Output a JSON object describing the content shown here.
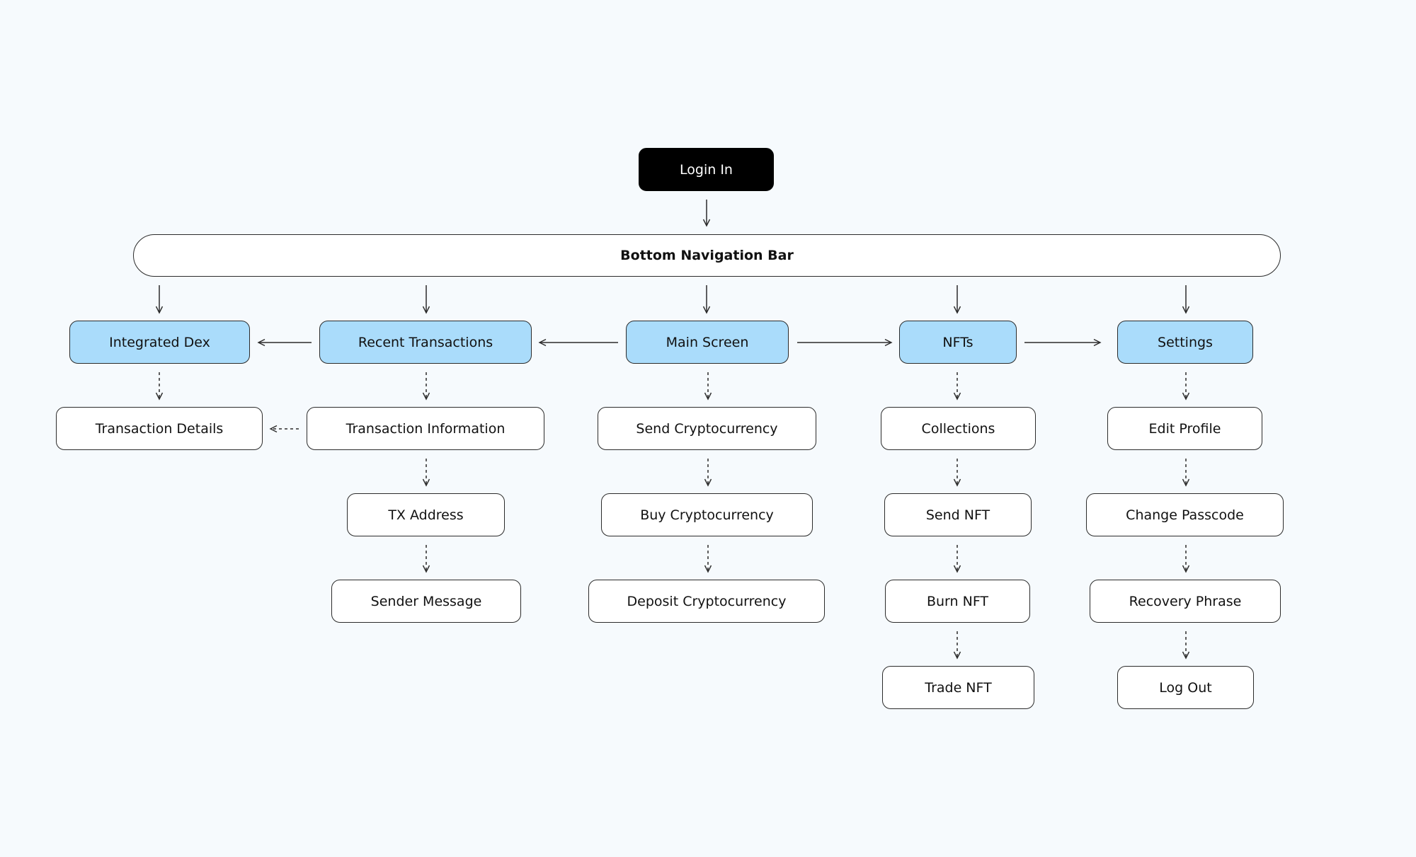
{
  "colors": {
    "background": "#f6fafd",
    "primary_fill": "#aadcfb",
    "secondary_fill": "#ffffff",
    "root_fill": "#000000",
    "stroke": "#2b2b2b"
  },
  "diagram": {
    "root": {
      "label": "Login In"
    },
    "nav_bar": {
      "label": "Bottom Navigation Bar"
    },
    "columns": [
      {
        "id": "integrated-dex",
        "label": "Integrated Dex",
        "children": [
          {
            "id": "transaction-details",
            "label": "Transaction Details"
          }
        ]
      },
      {
        "id": "recent-transactions",
        "label": "Recent Transactions",
        "children": [
          {
            "id": "transaction-information",
            "label": "Transaction Information"
          },
          {
            "id": "tx-address",
            "label": "TX Address"
          },
          {
            "id": "sender-message",
            "label": "Sender Message"
          }
        ]
      },
      {
        "id": "main-screen",
        "label": "Main Screen",
        "children": [
          {
            "id": "send-cryptocurrency",
            "label": "Send Cryptocurrency"
          },
          {
            "id": "buy-cryptocurrency",
            "label": "Buy Cryptocurrency"
          },
          {
            "id": "deposit-cryptocurrency",
            "label": "Deposit Cryptocurrency"
          }
        ]
      },
      {
        "id": "nfts",
        "label": "NFTs",
        "children": [
          {
            "id": "collections",
            "label": "Collections"
          },
          {
            "id": "send-nft",
            "label": "Send NFT"
          },
          {
            "id": "burn-nft",
            "label": "Burn NFT"
          },
          {
            "id": "trade-nft",
            "label": "Trade NFT"
          }
        ]
      },
      {
        "id": "settings",
        "label": "Settings",
        "children": [
          {
            "id": "edit-profile",
            "label": "Edit Profile"
          },
          {
            "id": "change-passcode",
            "label": "Change Passcode"
          },
          {
            "id": "recovery-phrase",
            "label": "Recovery Phrase"
          },
          {
            "id": "log-out",
            "label": "Log Out"
          }
        ]
      }
    ]
  }
}
